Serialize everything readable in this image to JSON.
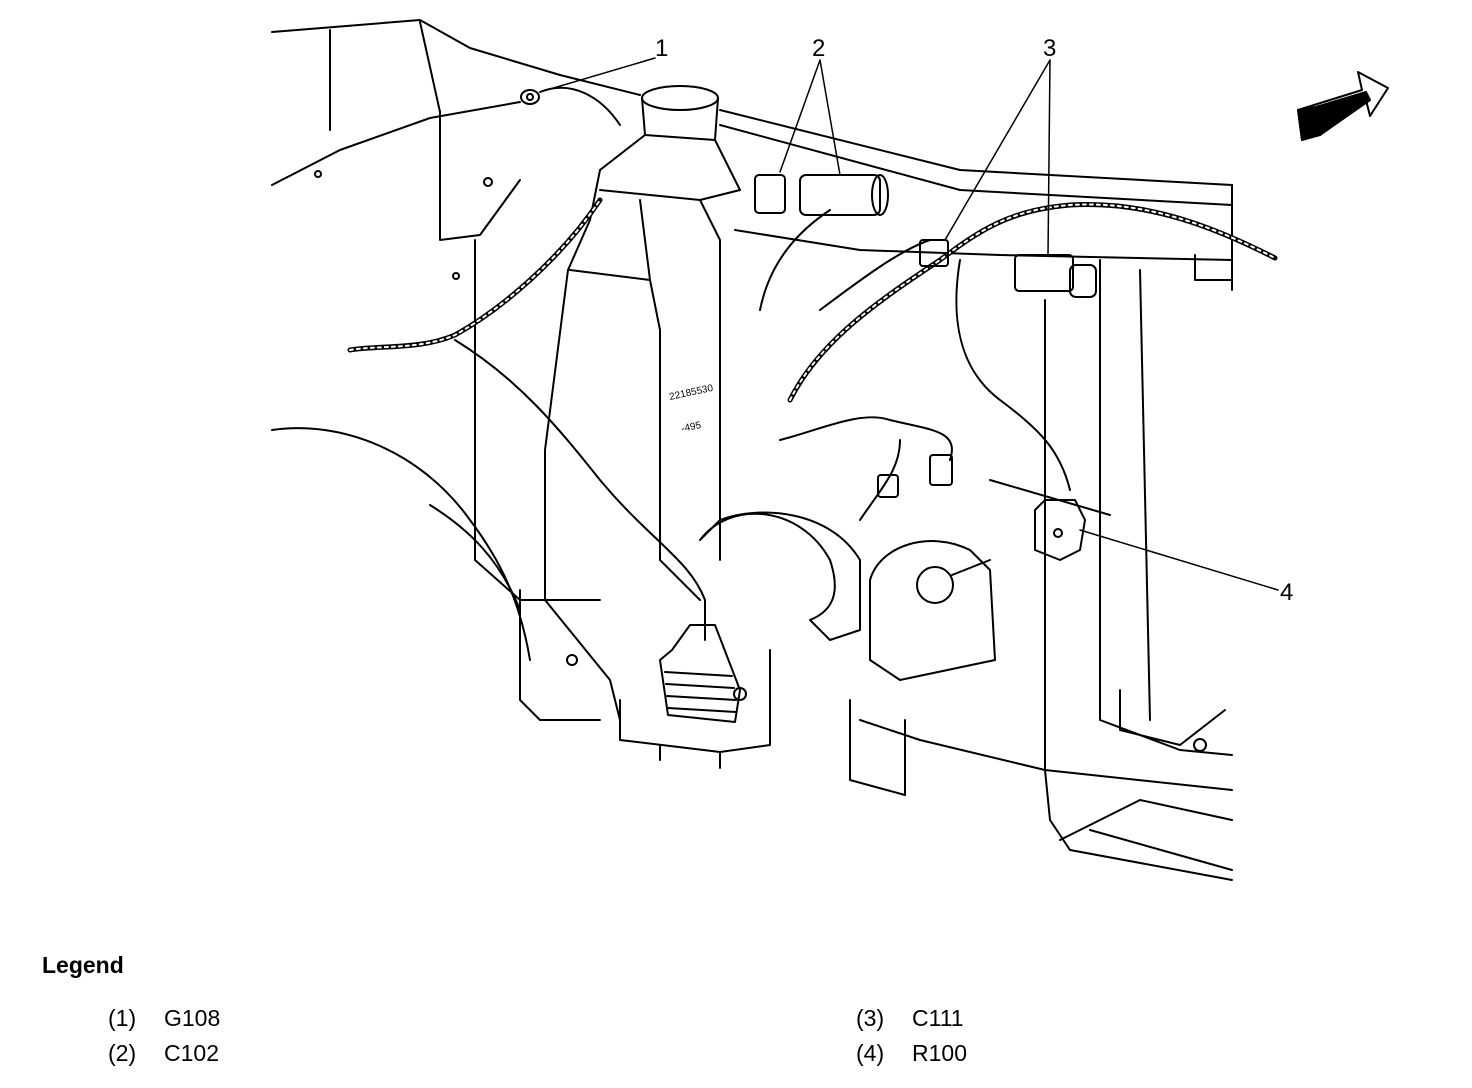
{
  "callouts": [
    "1",
    "2",
    "3",
    "4"
  ],
  "label_text": "22185530",
  "label_subtext": "-495",
  "legend": {
    "title": "Legend",
    "items": [
      {
        "num": "(1)",
        "code": "G108"
      },
      {
        "num": "(2)",
        "code": "C102"
      },
      {
        "num": "(3)",
        "code": "C111"
      },
      {
        "num": "(4)",
        "code": "R100"
      }
    ]
  },
  "colors": {
    "line": "#000000",
    "background": "#ffffff"
  },
  "icons": {
    "direction": "forward-arrow-icon"
  }
}
